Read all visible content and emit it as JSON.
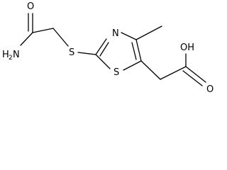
{
  "molecule": {
    "labels": {
      "oxygen_amide": "O",
      "nitrogen_amide": "H",
      "nitrogen_amide_sub": "2",
      "nitrogen_amide_n": "N",
      "sulfur_thioether": "S",
      "nitrogen_ring": "N",
      "sulfur_ring": "S",
      "hydroxyl": "OH",
      "oxygen_acid": "O"
    }
  }
}
